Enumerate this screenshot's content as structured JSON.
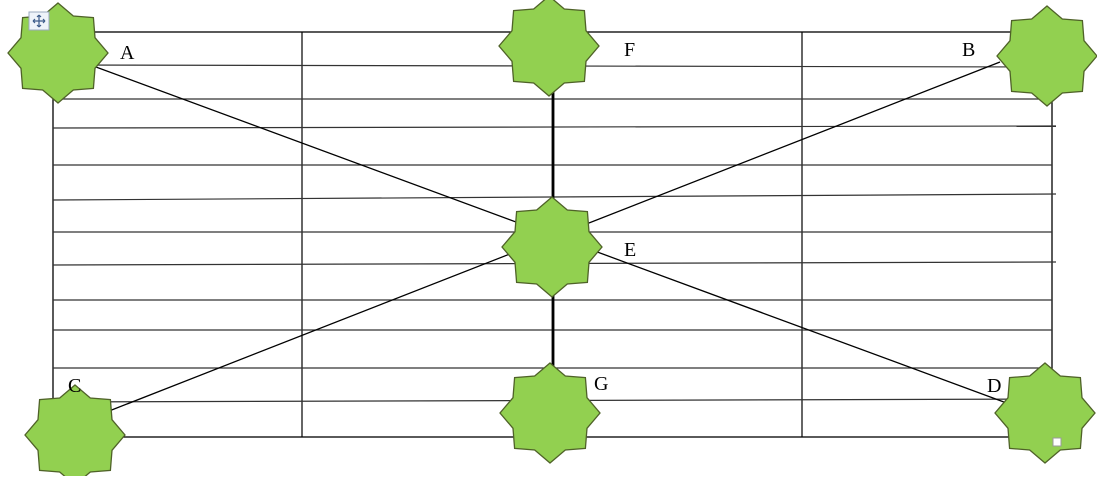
{
  "diagram": {
    "nodes": [
      {
        "id": "A",
        "label": "A"
      },
      {
        "id": "F",
        "label": "F"
      },
      {
        "id": "B",
        "label": "B"
      },
      {
        "id": "E",
        "label": "E"
      },
      {
        "id": "C",
        "label": "C"
      },
      {
        "id": "G",
        "label": "G"
      },
      {
        "id": "D",
        "label": "D"
      }
    ],
    "edges": [
      {
        "from": "A",
        "to": "D"
      },
      {
        "from": "B",
        "to": "C"
      },
      {
        "from": "F",
        "to": "G"
      }
    ],
    "colors": {
      "star_fill": "#92d050",
      "star_stroke": "#4f6228",
      "line": "#000000",
      "grid_line": "#333333"
    }
  }
}
